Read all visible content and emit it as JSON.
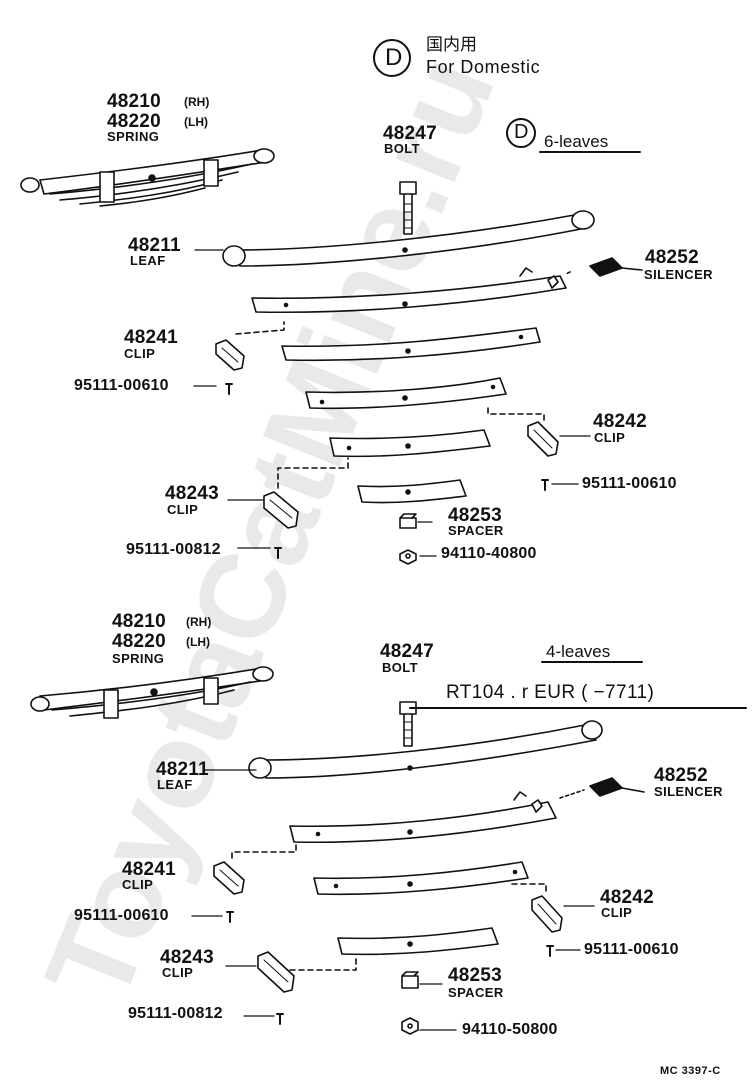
{
  "header": {
    "badge_letter": "D",
    "jp": "国内用",
    "en": "For Domestic"
  },
  "top": {
    "spring_rh_no": "48210",
    "spring_lh_no": "48220",
    "rh": "(RH)",
    "lh": "(LH)",
    "spring": "SPRING",
    "leaf_no": "48211",
    "leaf": "LEAF",
    "bolt_no": "48247",
    "bolt": "BOLT",
    "variant_letter": "D",
    "variant": "6-leaves",
    "silencer_no": "48252",
    "silencer": "SILENCER",
    "clip1_no": "48241",
    "clip": "CLIP",
    "screw1": "95111-00610",
    "clip2_no": "48242",
    "screw2": "95111-00610",
    "clip3_no": "48243",
    "spacer_no": "48253",
    "spacer": "SPACER",
    "screw3": "95111-00812",
    "nut": "94110-40800"
  },
  "bottom": {
    "spring_rh_no": "48210",
    "spring_lh_no": "48220",
    "rh": "(RH)",
    "lh": "(LH)",
    "spring": "SPRING",
    "bolt_no": "48247",
    "bolt": "BOLT",
    "variant": "4-leaves",
    "model": "RT104 . r EUR (         −7711)",
    "leaf_no": "48211",
    "leaf": "LEAF",
    "silencer_no": "48252",
    "silencer": "SILENCER",
    "clip1_no": "48241",
    "clip": "CLIP",
    "screw1": "95111-00610",
    "clip2_no": "48242",
    "screw2": "95111-00610",
    "clip3_no": "48243",
    "spacer_no": "48253",
    "spacer": "SPACER",
    "screw3": "95111-00812",
    "nut": "94110-50800"
  },
  "footer": {
    "code": "MC 3397-C"
  },
  "watermark": "ToyotaCatMine.ru"
}
